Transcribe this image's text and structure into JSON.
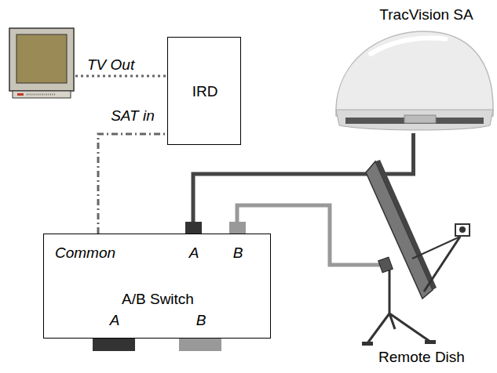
{
  "diagram": {
    "nodes": [
      {
        "text": [
          "IRD"
        ]
      },
      {
        "text": [
          "TracVision SA"
        ]
      },
      {
        "text": [
          "Common",
          "A",
          "B",
          "A/B Switch",
          "A",
          "B"
        ]
      },
      {
        "text": [
          "Remote Dish"
        ]
      }
    ],
    "edges": [
      {
        "from": 2,
        "to": 0,
        "label": "SAT in",
        "arrow": "none"
      },
      {
        "from": 1,
        "to": 2,
        "arrow": "none"
      },
      {
        "from": 3,
        "to": 2,
        "arrow": "none"
      }
    ],
    "labels": [
      "TV Out"
    ]
  }
}
